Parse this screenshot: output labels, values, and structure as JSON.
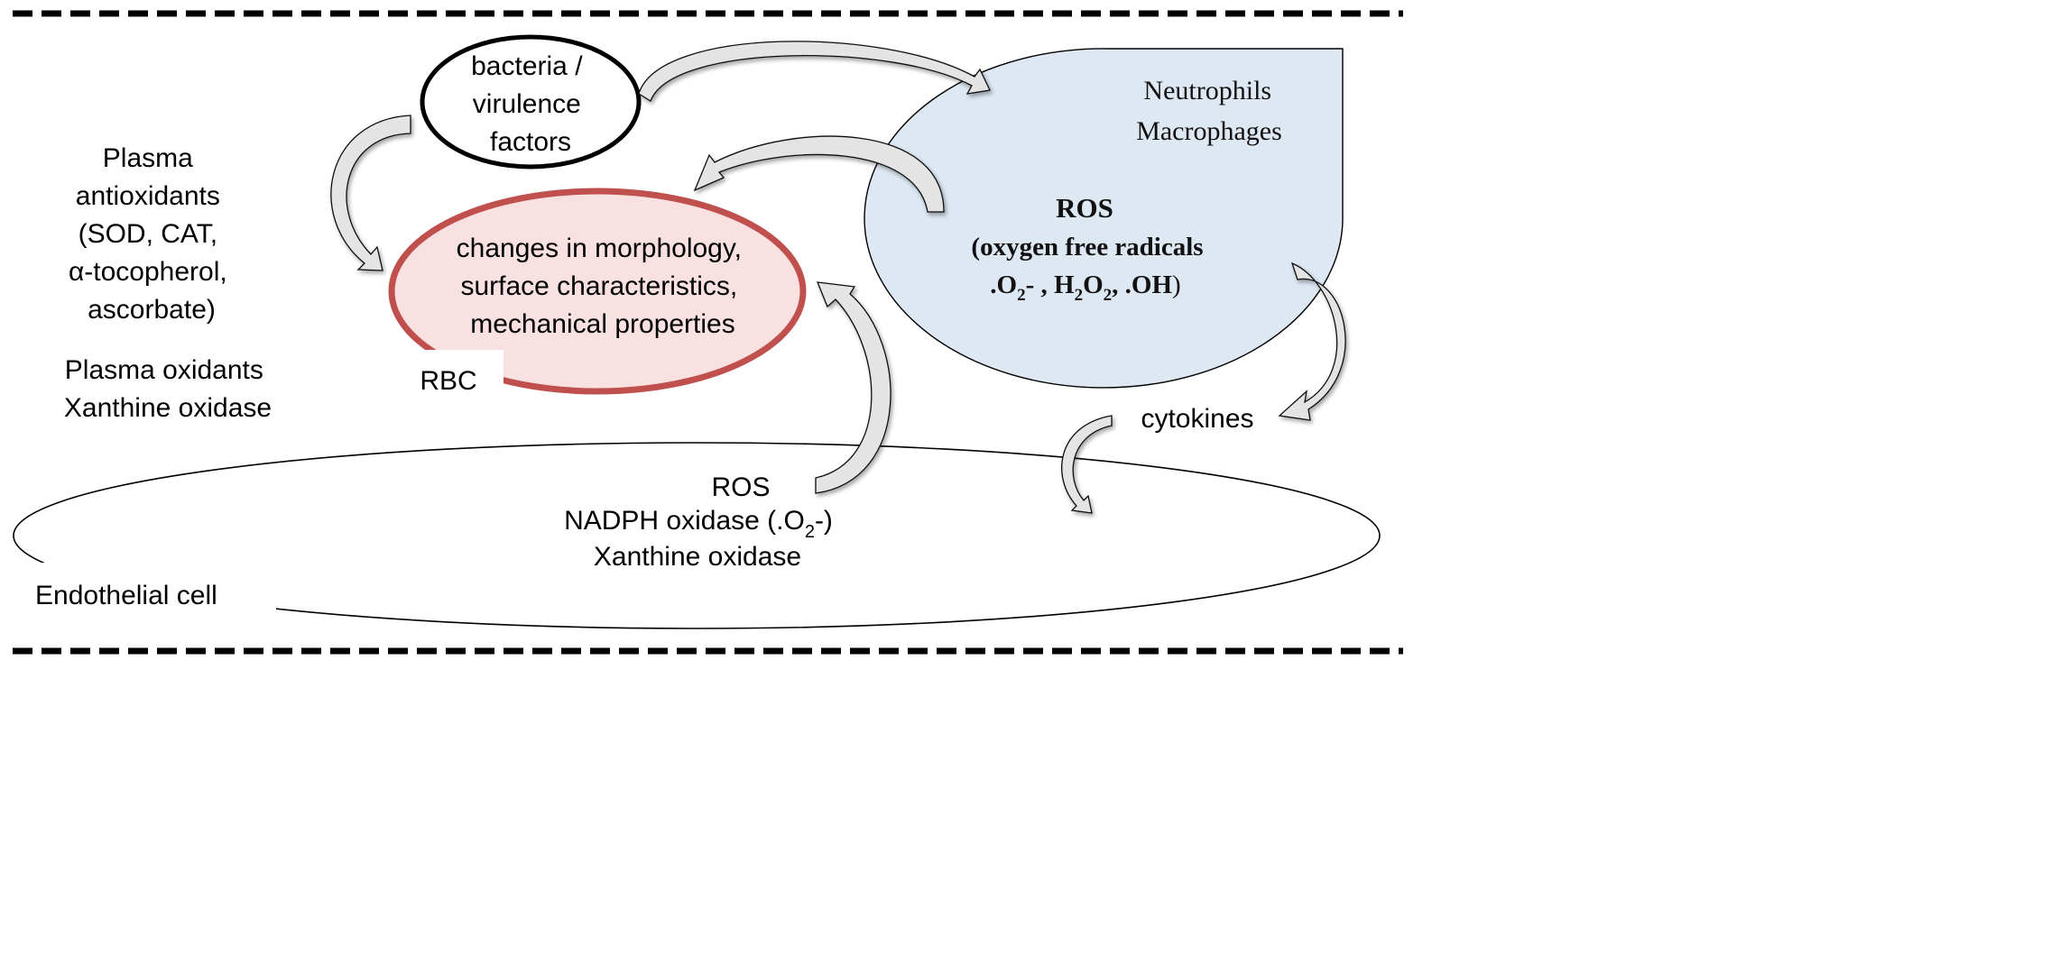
{
  "nodes": {
    "bacteria": {
      "lines": [
        "bacteria /",
        "virulence",
        "factors"
      ]
    },
    "neutrophils": {
      "lines": [
        "Neutrophils",
        "Macrophages"
      ],
      "fill": "#dde8f3"
    },
    "ros_cells": {
      "line1": "ROS",
      "line2": "(oxygen free radicals",
      "line3": {
        "a": ".O",
        "a_sub": "2",
        "b": "- , H",
        "b_sub": "2",
        "c": "O",
        "c_sub": "2",
        "d": ", .OH",
        "e": ")"
      }
    },
    "rbc_changes": {
      "lines": [
        "changes in morphology,",
        "surface characteristics,",
        "mechanical properties"
      ],
      "fill": "#f9e1e1",
      "stroke": "#c0504d"
    },
    "rbc_label": "RBC",
    "plasma_antioxidants": {
      "lines": [
        "Plasma",
        "antioxidants",
        "(SOD, CAT,",
        "α-tocopherol,",
        "ascorbate)"
      ]
    },
    "plasma_oxidants": {
      "lines": [
        "Plasma oxidants",
        "Xanthine oxidase"
      ]
    },
    "cytokines": "cytokines",
    "endothelial": {
      "ros": "ROS",
      "nadph": "NADPH oxidase (.O",
      "nadph_sub": "2",
      "nadph_end": "-)",
      "xanthine": "Xanthine oxidase",
      "label": "Endothelial cell"
    }
  }
}
